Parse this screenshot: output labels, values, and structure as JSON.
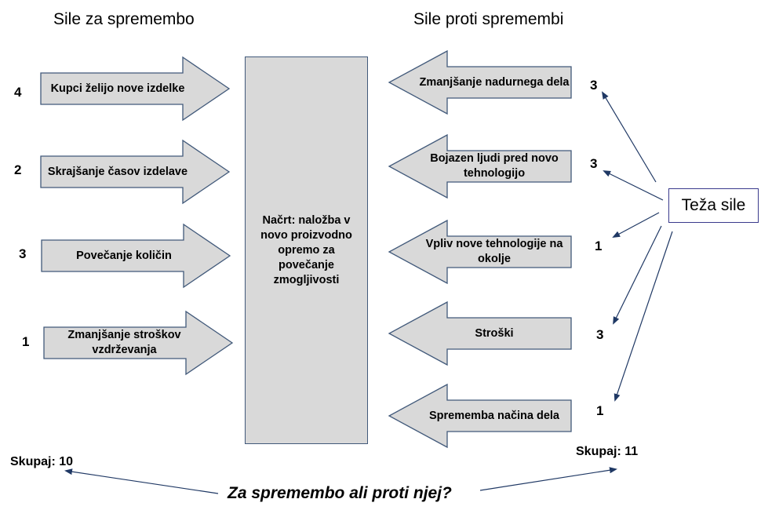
{
  "headings": {
    "for": "Sile za spremembo",
    "against": "Sile proti spremembi"
  },
  "forces_for": [
    {
      "label": "Kupci želijo nove izdelke",
      "weight": "4"
    },
    {
      "label": "Skrajšanje časov izdelave",
      "weight": "2"
    },
    {
      "label": "Povečanje količin",
      "weight": "3"
    },
    {
      "label": "Zmanjšanje stroškov vzdrževanja",
      "weight": "1"
    }
  ],
  "forces_against": [
    {
      "label": "Zmanjšanje nadurnega dela",
      "weight": "3"
    },
    {
      "label": "Bojazen ljudi pred novo tehnologijo",
      "weight": "3"
    },
    {
      "label": "Vpliv nove tehnologije na okolje",
      "weight": "1"
    },
    {
      "label": "Stroški",
      "weight": "3"
    },
    {
      "label": "Sprememba načina dela",
      "weight": "1"
    }
  ],
  "center": {
    "label": "Načrt: naložba v novo proizvodno opremo za povečanje zmogljivosti"
  },
  "weight_box": {
    "label": "Teža sile"
  },
  "totals": {
    "for": "Skupaj: 10",
    "against": "Skupaj: 11"
  },
  "question": "Za spremembo ali proti njej?",
  "colors": {
    "arrow_fill": "#d9d9d9",
    "arrow_stroke": "#41597a",
    "connector": "#1f3864"
  }
}
